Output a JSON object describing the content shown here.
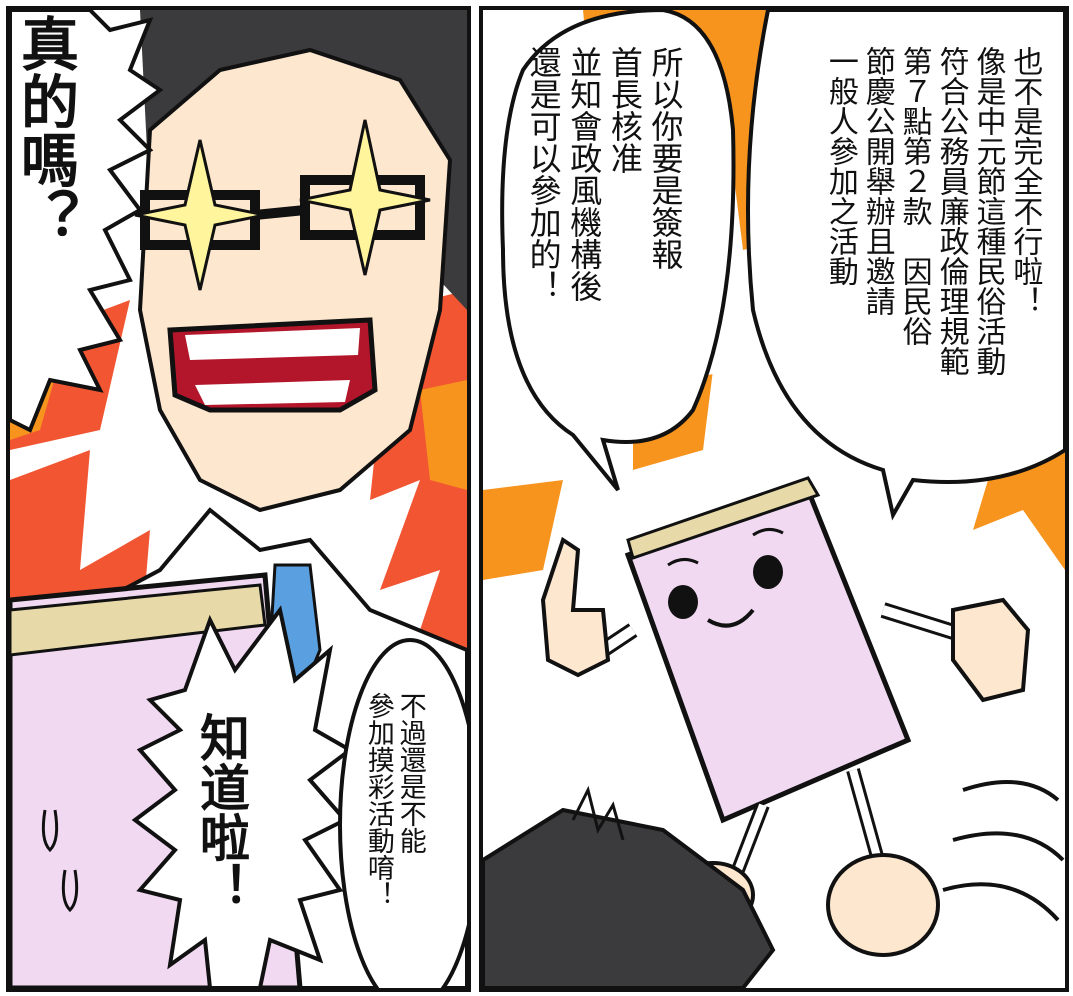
{
  "panel_left": {
    "exclaim_really": "真的嗎？",
    "exclaim_know": "知道啦！",
    "bubble_not_lottery": "不過還是不能\n參加摸彩活動唷！"
  },
  "panel_right": {
    "bubble_not_totally": "也不是完全不行啦！\n像是中元節這種民俗活動\n符合公務員廉政倫理規範\n第７點第２款　因民俗\n節慶公開舉辦且邀請\n一般人參加之活動",
    "bubble_so_you": "所以你要是簽報\n首長核准\n並知會政風機構後\n還是可以參加的！"
  },
  "colors": {
    "outline": "#111111",
    "flame_red": "#f0421c",
    "flame_orange": "#f7941d",
    "skin": "#fde7cf",
    "hair": "#3b3b3d",
    "book_pink": "#f1d9f2",
    "book_pages": "#e7d9a8",
    "glasses_sparkle": "#fff59d",
    "mouth": "#b3162a"
  }
}
